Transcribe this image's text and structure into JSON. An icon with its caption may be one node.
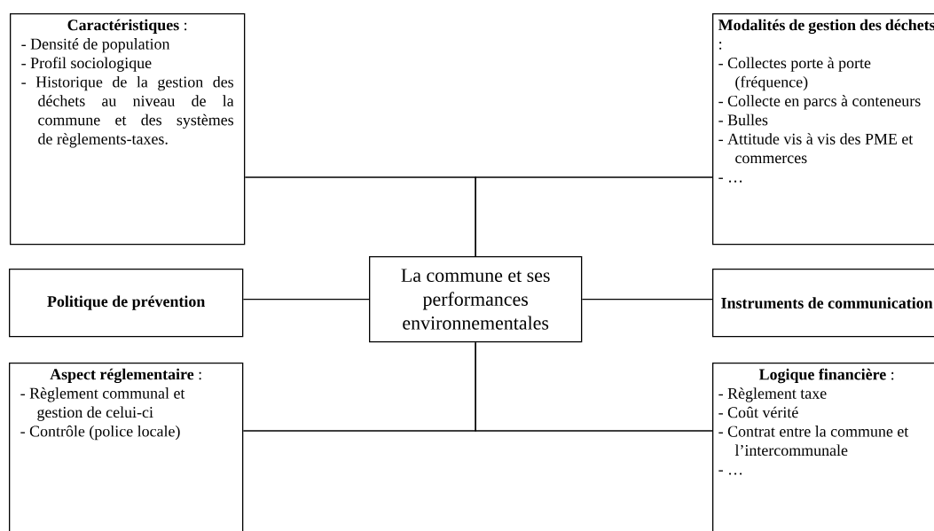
{
  "diagram": {
    "nodes": [
      {
        "text": [
          "**Caractéristiques** :",
          "- Densité de population",
          "- Profil sociologique",
          "- Historique de la gestion des déchets au niveau de la commune et des systèmes de règlements-taxes."
        ]
      },
      {
        "text": [
          "**Modalités de gestion des déchets** :",
          "- Collectes porte à porte (fréquence)",
          "- Collecte en parcs à conteneurs",
          "- Bulles",
          "- Attitude vis à vis des PME et commerces",
          "- …"
        ]
      },
      {
        "text": [
          "Politique de prévention"
        ]
      },
      {
        "text": [
          "La commune et ses performances environnementales"
        ]
      },
      {
        "text": [
          "Instruments de communication"
        ]
      },
      {
        "text": [
          "**Aspect réglementaire** :",
          "- Règlement communal et gestion de celui-ci",
          "- Contrôle (police locale)"
        ]
      },
      {
        "text": [
          "**Logique financière** :",
          "- Règlement taxe",
          "- Coût vérité",
          "- Contrat entre la commune et l’intercommunale",
          "- …"
        ]
      }
    ],
    "edges": [
      {
        "from": 3,
        "to": 0,
        "arrow": "none"
      },
      {
        "from": 3,
        "to": 1,
        "arrow": "none"
      },
      {
        "from": 3,
        "to": 2,
        "arrow": "none"
      },
      {
        "from": 3,
        "to": 4,
        "arrow": "none"
      },
      {
        "from": 3,
        "to": 5,
        "arrow": "none"
      },
      {
        "from": 3,
        "to": 6,
        "arrow": "none"
      }
    ]
  }
}
